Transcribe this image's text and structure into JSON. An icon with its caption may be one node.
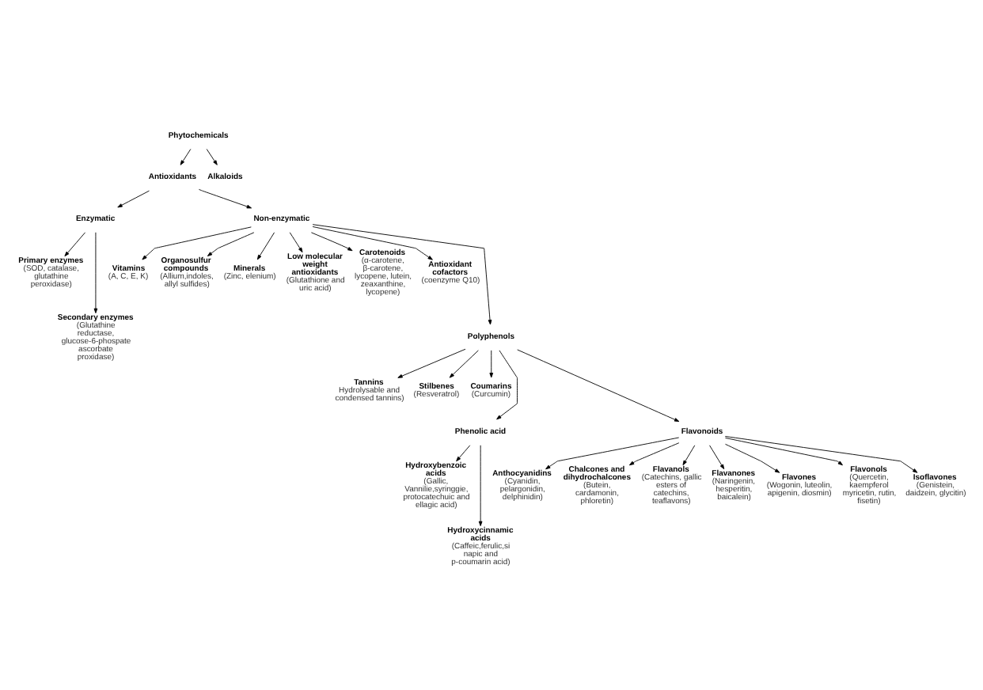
{
  "diagram": {
    "nodes": [
      {
        "text": [
          "Phytochemicals"
        ]
      },
      {
        "text": [
          "Antioxidants"
        ]
      },
      {
        "text": [
          "Alkaloids"
        ]
      },
      {
        "text": [
          "Primary enzymes",
          "(SOD, catalase, glutathine peroxidase)"
        ]
      },
      {
        "text": [
          "Enzymatic"
        ]
      },
      {
        "text": [
          "Non-enzymatic"
        ]
      },
      {
        "text": [
          "Secondary enzymes",
          "(Glutathine reductase, glucose-6-phospate ascorbate proxidase)"
        ]
      },
      {
        "text": [
          "Vitamins",
          "(A, C, E, K)"
        ]
      },
      {
        "text": [
          "Organosulfur compounds",
          "(Allium,indoles, allyl sulfides)"
        ]
      },
      {
        "text": [
          "Minerals",
          "(Zinc, elenium)"
        ]
      },
      {
        "text": [
          "Low molecular weight antioxidants",
          "(Glutathione and uric acid)"
        ]
      },
      {
        "text": [
          "Carotenoids",
          "(α-carotene, β-carotene, lycopene, lutein, zeaxanthine, lycopene)"
        ]
      },
      {
        "text": [
          "Antioxidant cofactors",
          "(coenzyme Q10)"
        ]
      },
      {
        "text": [
          "Polyphenols"
        ]
      },
      {
        "text": [
          "Tannins",
          "Hydrolysable and condensed tannins)"
        ]
      },
      {
        "text": [
          "Stilbenes",
          "(Resveratrol)"
        ]
      },
      {
        "text": [
          "Coumarins",
          "(Curcumin)"
        ]
      },
      {
        "text": [
          "Phenolic acid"
        ]
      },
      {
        "text": [
          "Flavonoids"
        ]
      },
      {
        "text": [
          "Hydroxybenzoic acids",
          "(Gallic, Vannilie,syringgie, protocatechuic and ellagic acid)"
        ]
      },
      {
        "text": [
          "Hydroxycinnamic acids",
          "(Caffeic,ferulic,sinapic and p-coumarin acid)"
        ]
      },
      {
        "text": [
          "Anthocyanidins",
          "(Cyanidin, pelargonidin, delphinidin)"
        ]
      },
      {
        "text": [
          "Chalcones and dihydrochalcones",
          "(Butein, cardamonin, phloretin)"
        ]
      },
      {
        "text": [
          "Flavanols",
          "(Catechins, gallic esters of catechins, teaflavons)"
        ]
      },
      {
        "text": [
          "Flavanones",
          "(Naringenin, hesperitin, baicalein)"
        ]
      },
      {
        "text": [
          "Flavones",
          "(Wogonin, luteolin, apigenin, diosmin)"
        ]
      },
      {
        "text": [
          "Flavonols",
          "(Quercetin, kaempferol myricetin, rutin, fisetin)"
        ]
      },
      {
        "text": [
          "Isoflavones",
          "(Genistein, daidzein, glycitin)"
        ]
      }
    ],
    "edges": [
      {
        "from": 0,
        "to": 1,
        "arrow": "to"
      },
      {
        "from": 0,
        "to": 2,
        "arrow": "to"
      },
      {
        "from": 1,
        "to": 4,
        "arrow": "to"
      },
      {
        "from": 1,
        "to": 5,
        "arrow": "to"
      },
      {
        "from": 4,
        "to": 3,
        "arrow": "to"
      },
      {
        "from": 4,
        "to": 6,
        "arrow": "to"
      },
      {
        "from": 5,
        "to": 7,
        "arrow": "to"
      },
      {
        "from": 5,
        "to": 13,
        "arrow": "to"
      },
      {
        "from": 5,
        "to": 8,
        "arrow": "to"
      },
      {
        "from": 5,
        "to": 9,
        "arrow": "to"
      },
      {
        "from": 5,
        "to": 10,
        "arrow": "to"
      },
      {
        "from": 5,
        "to": 11,
        "arrow": "to"
      },
      {
        "from": 5,
        "to": 12,
        "arrow": "to"
      },
      {
        "from": 13,
        "to": 14,
        "arrow": "to"
      },
      {
        "from": 13,
        "to": 15,
        "arrow": "to"
      },
      {
        "from": 13,
        "to": 16,
        "arrow": "to"
      },
      {
        "from": 13,
        "to": 18,
        "arrow": "to"
      },
      {
        "from": 13,
        "to": 17,
        "arrow": "to"
      },
      {
        "from": 17,
        "to": 19,
        "arrow": "to"
      },
      {
        "from": 17,
        "to": 20,
        "arrow": "to"
      },
      {
        "from": 18,
        "to": 21,
        "arrow": "to"
      },
      {
        "from": 18,
        "to": 22,
        "arrow": "to"
      },
      {
        "from": 18,
        "to": 23,
        "arrow": "to"
      },
      {
        "from": 18,
        "to": 24,
        "arrow": "to"
      },
      {
        "from": 18,
        "to": 25,
        "arrow": "to"
      },
      {
        "from": 18,
        "to": 26,
        "arrow": "to"
      },
      {
        "from": 18,
        "to": 27,
        "arrow": "to"
      }
    ]
  }
}
